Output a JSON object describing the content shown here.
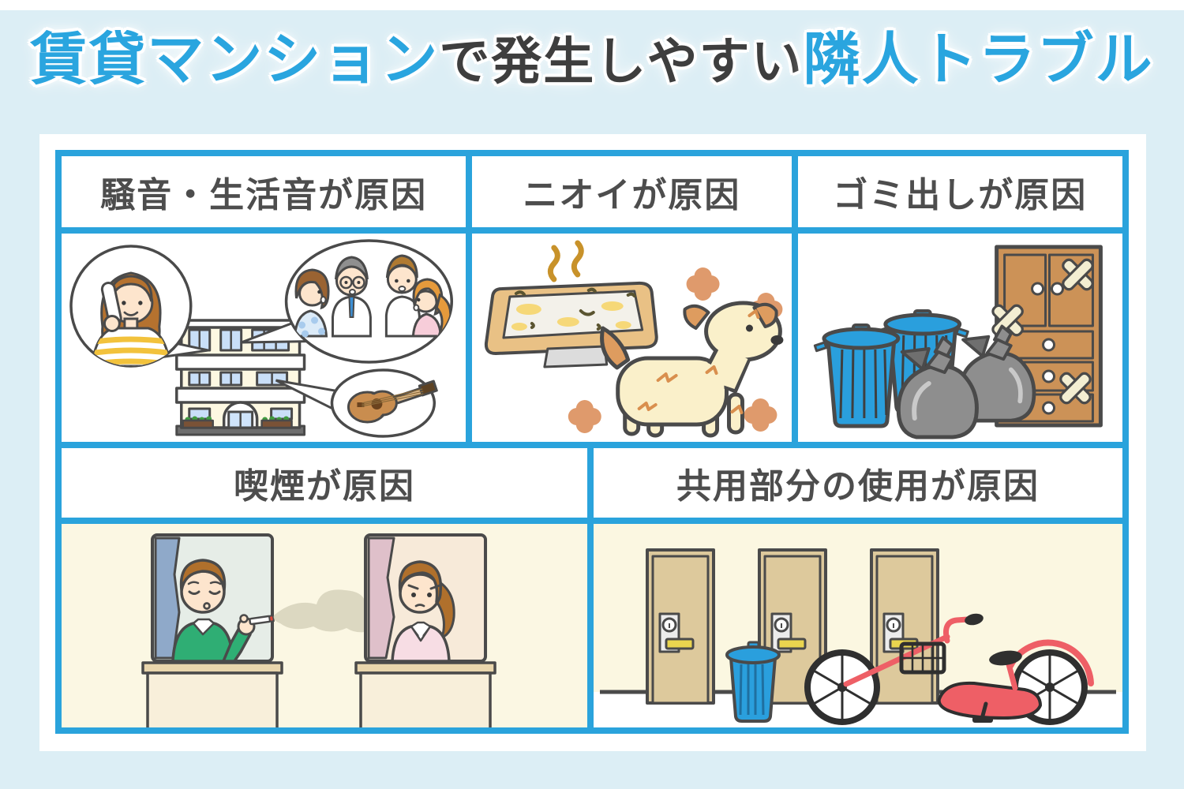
{
  "title": {
    "highlight_left": "賃貸マンション",
    "middle": "で発生しやすい",
    "highlight_right": "隣人トラブル"
  },
  "sections": {
    "noise": {
      "label": "騒音・生活音が原因"
    },
    "odor": {
      "label": "ニオイが原因"
    },
    "garbage": {
      "label": "ゴミ出しが原因"
    },
    "smoking": {
      "label": "喫煙が原因"
    },
    "common": {
      "label": "共用部分の使用が原因"
    }
  },
  "palette": {
    "background": "#dceef5",
    "card": "#ffffff",
    "grid_border": "#2aa3dc",
    "title_blue": "#2aa5df",
    "title_dark": "#3e3e3e",
    "heading_text": "#4d4d4d",
    "cream_cell": "#fbf7e3",
    "outline": "#4a4a4a",
    "trash_blue": "#2a9fdd",
    "bike_red": "#ee5f66"
  }
}
